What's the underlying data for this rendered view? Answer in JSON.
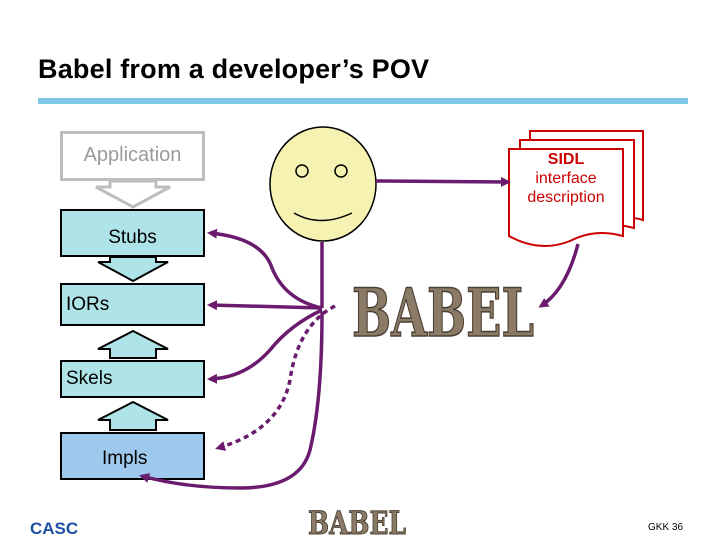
{
  "slide": {
    "title": "Babel from a developer’s POV",
    "footer_left": "CASC",
    "footer_right": "GKK 36"
  },
  "layers": {
    "application": "Application",
    "stubs": "Stubs",
    "iors": "IORs",
    "skels": "Skels",
    "impls": "Impls"
  },
  "sidl": {
    "line1": "SIDL",
    "line2": "interface",
    "line3": "description"
  },
  "logos": {
    "main": "BABEL",
    "footer": "BABEL"
  },
  "colors": {
    "rule": "#7fc8e6",
    "layer_fill": "#aee4e8",
    "impl_fill": "#9ec8ec",
    "arrow": "#6a1b6e",
    "sidl": "#cc0000",
    "face": "#f6f3b2"
  }
}
